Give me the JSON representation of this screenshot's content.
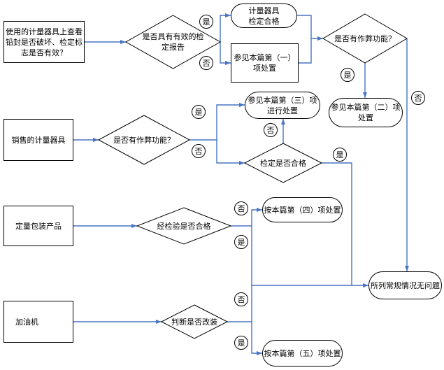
{
  "colors": {
    "connector": "#4874c4",
    "outline": "#000000",
    "shape_fill": "#ffffff",
    "text": "#000000",
    "background": "#ffffff"
  },
  "nodes": {
    "seal_check": {
      "lines": [
        "使用的计量器具上查看",
        "铅封是否破坏、检定标",
        "志是否有效？"
      ]
    },
    "valid_report_check": {
      "lines": [
        "是否具有有效的检",
        "定报告"
      ]
    },
    "calibrated_ok": {
      "lines": [
        "计量器具",
        "检定合格"
      ]
    },
    "see_item_1": {
      "lines": [
        "参见本篇第（一）",
        "项处置"
      ]
    },
    "cheat_check_instruments": {
      "lines": [
        "是否有作弊功能？"
      ]
    },
    "see_item_2": {
      "lines": [
        "参见本篇第（二）项",
        "处置"
      ]
    },
    "sold_instruments": {
      "lines": [
        "销售的计量器具"
      ]
    },
    "cheat_check_sold": {
      "lines": [
        "是否有作弊功能？"
      ]
    },
    "see_item_3": {
      "lines": [
        "参见本篇第（三）项",
        "进行处置"
      ]
    },
    "verification_check": {
      "lines": [
        "检定是否合格"
      ]
    },
    "prepackaged_goods": {
      "lines": [
        "定量包装产品"
      ]
    },
    "inspection_check": {
      "lines": [
        "经检验是否合格"
      ]
    },
    "handle_item_4": {
      "lines": [
        "按本篇第（四）项处置"
      ]
    },
    "no_issues": {
      "lines": [
        "所列常规情况无问题"
      ]
    },
    "fuel_dispenser": {
      "lines": [
        "加油机"
      ]
    },
    "modification_check": {
      "lines": [
        "判断是否改装"
      ]
    },
    "handle_item_5": {
      "lines": [
        "按本篇第（五）项处置"
      ]
    }
  },
  "branch_labels": {
    "report_yes": "是",
    "report_no": "否",
    "cheat_instruments_yes": "是",
    "cheat_instruments_no": "否",
    "cheat_sold_yes": "是",
    "cheat_sold_no": "否",
    "verification_no": "否",
    "verification_yes": "是",
    "inspection_no": "否",
    "inspection_yes": "是",
    "modification_no": "否",
    "modification_yes": "是"
  }
}
